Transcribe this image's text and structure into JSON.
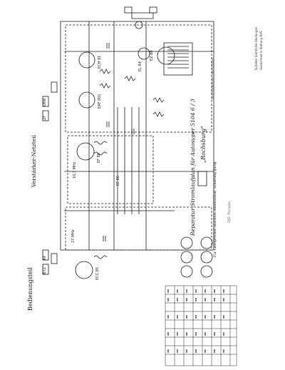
{
  "schematic": {
    "title": "Reparatur-Stromlaufplan für Autosuper 5104 6 / 3",
    "brand": "„Rochsburg\"",
    "section_left": "Bedienungsteil",
    "section_right": "Verstärker-Netzteil",
    "footer_note": "Für Lautsprecher-Anschluß unbenutzbar, Schaltung gültig",
    "scan_mark": "DJF Parapis",
    "side_notes": [
      "Schalter Sämtliche Stellungen",
      "Gezeichnet in Stellung AUS",
      "Gleichstromlose Gleichrichter"
    ],
    "tube_labels": [
      "ECH 81",
      "EAF 801",
      "EF 89",
      "ECC 85",
      "EL 84",
      "EF 80",
      "EZ 80"
    ],
    "small_tags": [
      "UKW",
      "ZF",
      "NF",
      "NTZ",
      "27 MHz",
      "10,7 MHz"
    ]
  }
}
